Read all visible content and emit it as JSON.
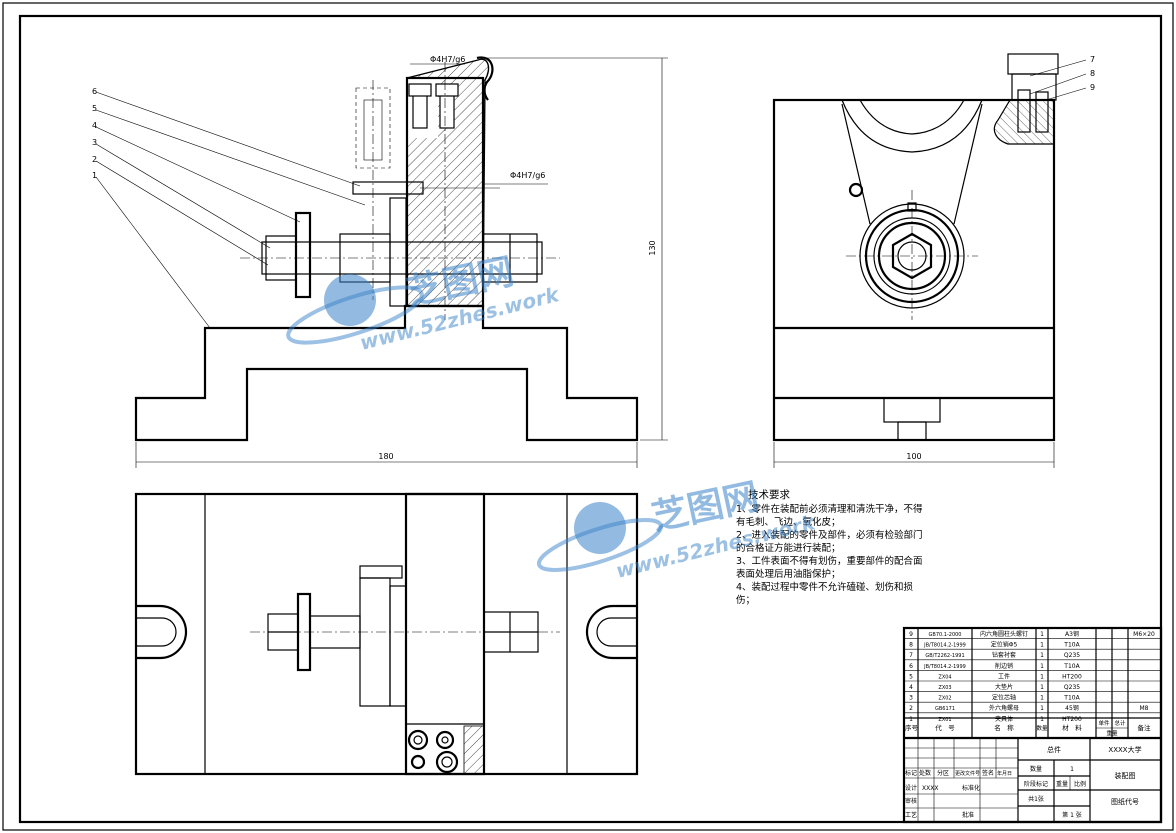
{
  "views": {
    "front": {
      "dim_width": "180",
      "dim_height": "130",
      "fit_top": "Φ4H7/g6",
      "fit_mid": "Φ4H7/g6",
      "balloons": [
        "6",
        "5",
        "4",
        "3",
        "2",
        "1"
      ]
    },
    "side": {
      "dim_width": "100",
      "balloons": [
        "7",
        "8",
        "9"
      ]
    }
  },
  "technical_requirements": {
    "title": "技术要求",
    "lines": [
      "1、零件在装配前必须清理和清洗干净，不得",
      "有毛刺、飞边、氧化皮；",
      "2、进入装配的零件及部件，必须有检验部门",
      "的合格证方能进行装配；",
      "3、工件表面不得有划伤，重要部件的配合面",
      "表面处理后用油脂保护；",
      "4、装配过程中零件不允许磕碰、划伤和损",
      "伤；"
    ]
  },
  "bom": {
    "rows": [
      {
        "no": "9",
        "code": "GB70.1-2000",
        "name": "内六角圆柱头螺钉",
        "qty": "1",
        "material": "A3钢",
        "note": "M6×20"
      },
      {
        "no": "8",
        "code": "JB/T8014.2-1999",
        "name": "定位销Φ5",
        "qty": "1",
        "material": "T10A",
        "note": ""
      },
      {
        "no": "7",
        "code": "GB/T2262-1991",
        "name": "钻套衬套",
        "qty": "1",
        "material": "Q235",
        "note": ""
      },
      {
        "no": "6",
        "code": "JB/T8014.2-1999",
        "name": "削边销",
        "qty": "1",
        "material": "T10A",
        "note": ""
      },
      {
        "no": "5",
        "code": "ZX04",
        "name": "工件",
        "qty": "1",
        "material": "HT200",
        "note": ""
      },
      {
        "no": "4",
        "code": "ZX03",
        "name": "大垫片",
        "qty": "1",
        "material": "Q235",
        "note": ""
      },
      {
        "no": "3",
        "code": "ZX02",
        "name": "定位芯轴",
        "qty": "1",
        "material": "T10A",
        "note": ""
      },
      {
        "no": "2",
        "code": "GB6171",
        "name": "外六角螺母",
        "qty": "1",
        "material": "45钢",
        "note": "M8"
      },
      {
        "no": "1",
        "code": "ZX01",
        "name": "夹具体",
        "qty": "1",
        "material": "HT200",
        "note": ""
      }
    ],
    "header": {
      "no": "序号",
      "code": "代　号",
      "name": "名　称",
      "qty": "数量",
      "material": "材　料",
      "unit_weight": "单件",
      "total_weight": "总计",
      "weight": "重量",
      "note": "备注"
    }
  },
  "title_block": {
    "drawing_label": "总件",
    "school": "XXXX大学",
    "drawing_type": "装配图",
    "qty_label": "数量",
    "qty_value": "1",
    "stage_label": "阶段标记",
    "weight_label": "重量",
    "scale_label": "比例",
    "sheet_label": "共1张",
    "drawing_no_label": "图纸代号",
    "sheet_no_label": "第 1 张",
    "revision_cols": [
      "标记",
      "处数",
      "分区",
      "更改文件号",
      "签名",
      "年月日"
    ],
    "design_label": "设计",
    "design_name": "XXXX",
    "standard_label": "标准化",
    "check_label": "审核",
    "process_label": "工艺",
    "approve_label": "批准"
  },
  "watermark": {
    "brand": "芝图网",
    "url": "www.52zhes.work"
  }
}
